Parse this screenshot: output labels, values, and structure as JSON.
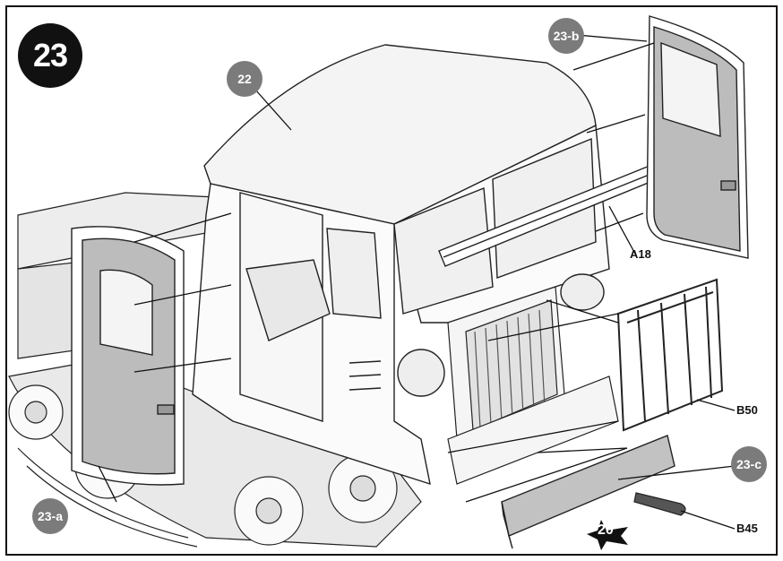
{
  "step": {
    "number": "23"
  },
  "callouts": {
    "c22": "22",
    "c23a": "23-a",
    "c23b": "23-b",
    "c23c": "23-c"
  },
  "parts": {
    "a18": "A18",
    "b50": "B50",
    "b45": "B45"
  },
  "reference": {
    "step": "20"
  },
  "colors": {
    "callout": "#7b7b7b",
    "ink": "#111111",
    "badge": "#111111"
  }
}
